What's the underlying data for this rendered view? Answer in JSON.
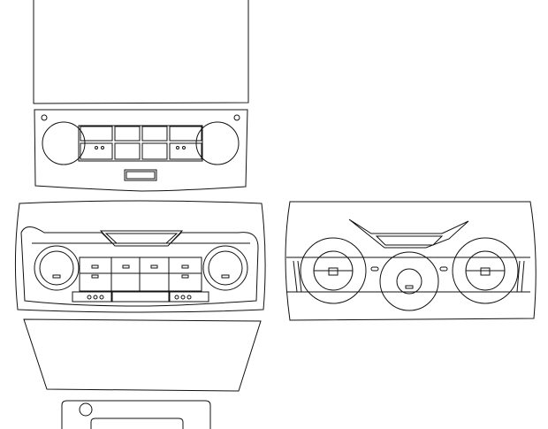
{
  "diagram": {
    "stroke_color": "#111111",
    "background": "#ffffff",
    "parts": [
      "upper-trim-panel",
      "rear-control-panel",
      "front-control-panel",
      "climate-control-panel",
      "lower-trim-panel",
      "console-bezel"
    ]
  }
}
